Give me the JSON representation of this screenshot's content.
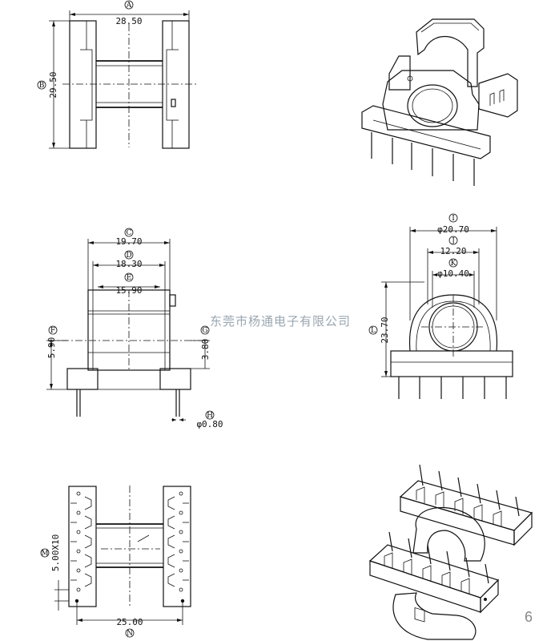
{
  "watermark": "东莞市杨通电子有限公司",
  "page_number": "6",
  "dims": {
    "a": {
      "letter": "A",
      "value": "28.50"
    },
    "b": {
      "letter": "B",
      "value": "29.50"
    },
    "c": {
      "letter": "C",
      "value": "19.70"
    },
    "d": {
      "letter": "D",
      "value": "18.30"
    },
    "e": {
      "letter": "E",
      "value": "15.90"
    },
    "f": {
      "letter": "F",
      "value": "5.90"
    },
    "g": {
      "letter": "G",
      "value": "3.80"
    },
    "h": {
      "letter": "H",
      "value": "φ0.80"
    },
    "i": {
      "letter": "I",
      "value": "φ20.70"
    },
    "j": {
      "letter": "J",
      "value": "12.20"
    },
    "k": {
      "letter": "K",
      "value": "φ10.40"
    },
    "l": {
      "letter": "L",
      "value": "23.70"
    },
    "m": {
      "letter": "M",
      "value": "5.00X10"
    },
    "n": {
      "letter": "N",
      "value": "25.00"
    }
  }
}
